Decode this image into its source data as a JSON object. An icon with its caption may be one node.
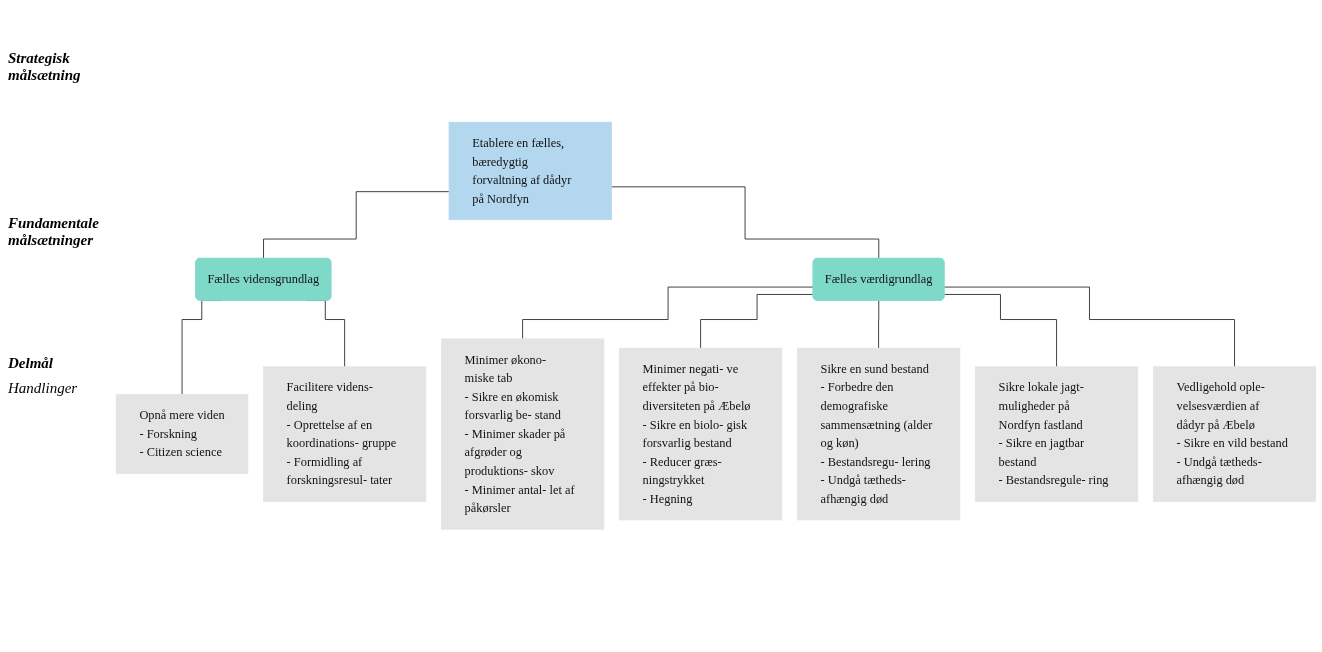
{
  "diagram": {
    "nodes": [
      {
        "text": [
          "Etablere en fælles, bæredygtig forvaltning af dådyr på Nordfyn"
        ]
      },
      {
        "text": [
          "Fælles vidensgrundlag"
        ]
      },
      {
        "text": [
          "Fælles værdigrundlag"
        ]
      },
      {
        "text": [
          "Opnå mere viden",
          "- Forskning",
          "- Citizen science"
        ]
      },
      {
        "text": [
          "Facilitere videns- deling",
          "- Oprettelse af en koordinations- gruppe",
          "- Formidling af forskningsresul- tater"
        ]
      },
      {
        "text": [
          "Minimer økono- miske tab",
          "- Sikre en økomisk forsvarlig be- stand",
          "- Minimer skader på afgrøder og produktions- skov",
          "- Minimer antal- let af påkørsler"
        ]
      },
      {
        "text": [
          "Minimer negati- ve effekter på bio- diversiteten på Æbelø",
          "- Sikre en biolo- gisk forsvarlig bestand",
          "- Reducer græs- ningstrykket",
          "- Hegning"
        ]
      },
      {
        "text": [
          "Sikre en sund bestand",
          "- Forbedre den demografiske sammensætning (alder og køn)",
          "- Bestandsregu- lering",
          "- Undgå tætheds- afhængig død"
        ]
      },
      {
        "text": [
          "Sikre lokale jagt- muligheder på Nordfyn fastland",
          "- Sikre en jagtbar bestand",
          "- Bestandsregule- ring"
        ]
      },
      {
        "text": [
          "Vedligehold ople- velsesværdien af dådyr på Æbelø",
          "- Sikre en vild bestand",
          "- Undgå tætheds- afhængig død"
        ]
      }
    ],
    "edges": [
      {
        "from": 0,
        "to": 1,
        "arrow": "none"
      },
      {
        "from": 0,
        "to": 2,
        "arrow": "none"
      },
      {
        "from": 1,
        "to": 3,
        "arrow": "none"
      },
      {
        "from": 1,
        "to": 4,
        "arrow": "none"
      },
      {
        "from": 2,
        "to": 5,
        "arrow": "none"
      },
      {
        "from": 2,
        "to": 6,
        "arrow": "none"
      },
      {
        "from": 2,
        "to": 7,
        "arrow": "none"
      },
      {
        "from": 2,
        "to": 8,
        "arrow": "none"
      },
      {
        "from": 2,
        "to": 9,
        "arrow": "none"
      }
    ],
    "labels": [
      "Strategisk målsætning",
      "Fundamentale målsætninger",
      "Delmål",
      "Handlinger"
    ]
  }
}
